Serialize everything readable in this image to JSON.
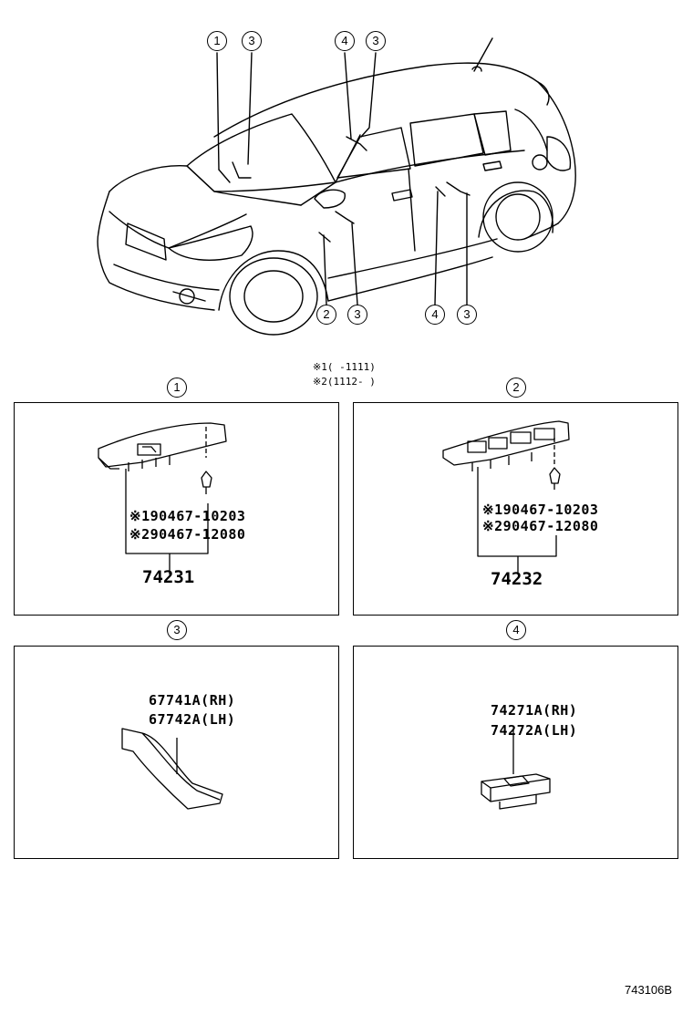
{
  "car_callouts": {
    "c1": "1",
    "c3a": "3",
    "c4a": "4",
    "c3b": "3",
    "c2": "2",
    "c3c": "3",
    "c4b": "4",
    "c3d": "3"
  },
  "notes": {
    "n1": "※1(  -1111)",
    "n2": "※2(1112-  )"
  },
  "panels": [
    {
      "callout": "1",
      "part1": "※190467-10203",
      "part2": "※290467-12080",
      "main": "74231"
    },
    {
      "callout": "2",
      "part1": "※190467-10203",
      "part2": "※290467-12080",
      "main": "74232"
    },
    {
      "callout": "3",
      "part1": "67741A(RH)",
      "part2": "67742A(LH)"
    },
    {
      "callout": "4",
      "part1": "74271A(RH)",
      "part2": "74272A(LH)"
    }
  ],
  "figure_code": "743106B"
}
